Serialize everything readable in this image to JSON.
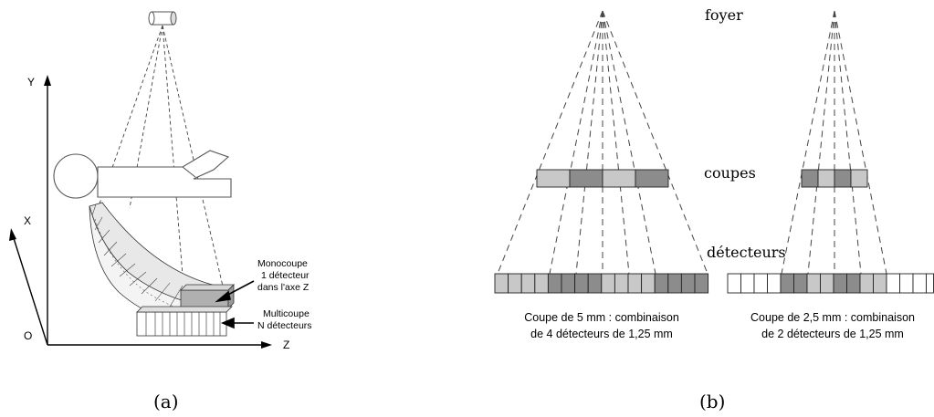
{
  "panel_a": {
    "axis_y": "Y",
    "axis_x": "X",
    "axis_z": "Z",
    "origin": "O",
    "mono_line1": "Monocoupe",
    "mono_line2": "1 détecteur",
    "mono_line3": "dans l'axe Z",
    "multi_line1": "Multicoupe",
    "multi_line2": "N détecteurs",
    "caption": "(a)"
  },
  "panel_b": {
    "foyer": "foyer",
    "coupes": "coupes",
    "detecteurs": "détecteurs",
    "left_caption_line1": "Coupe de 5 mm : combinaison",
    "left_caption_line2": "de 4 détecteurs de 1,25 mm",
    "right_caption_line1": "Coupe de 2,5 mm : combinaison",
    "right_caption_line2": "de 2 détecteurs de 1,25 mm",
    "caption": "(b)",
    "colors": {
      "light": "#c8c8c8",
      "dark": "#8c8c8c",
      "white": "#ffffff",
      "stroke": "#222222"
    }
  }
}
